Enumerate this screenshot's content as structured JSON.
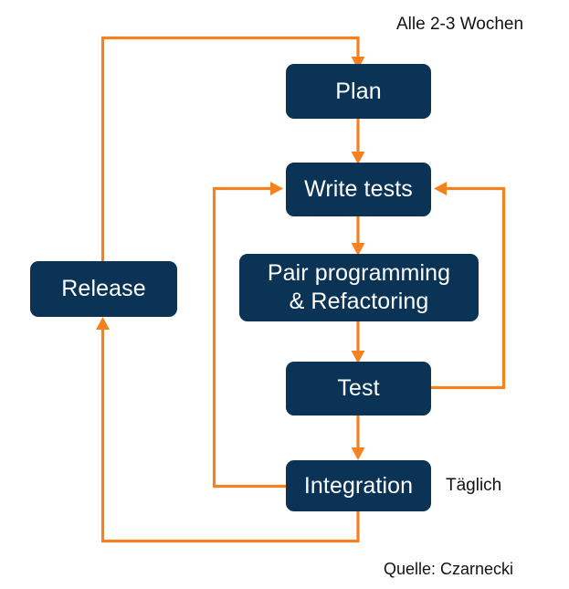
{
  "diagram": {
    "title_hidden": "",
    "colors": {
      "node_fill": "#0A3355",
      "node_text": "#FFFFFF",
      "connector": "#F5821F",
      "background": "#FFFFFF",
      "label_text": "#121212"
    },
    "nodes": [
      {
        "id": "plan",
        "label": "Plan"
      },
      {
        "id": "write-tests",
        "label": "Write tests"
      },
      {
        "id": "pair-programming",
        "label_line1": "Pair programming",
        "label_line2": "& Refactoring"
      },
      {
        "id": "test",
        "label": "Test"
      },
      {
        "id": "integration",
        "label": "Integration"
      },
      {
        "id": "release",
        "label": "Release"
      }
    ],
    "labels": [
      {
        "id": "cadence-iteration",
        "text": "Alle 2-3 Wochen"
      },
      {
        "id": "cadence-daily",
        "text": "Täglich"
      },
      {
        "id": "source",
        "text": "Quelle: Czarnecki"
      }
    ],
    "connectors": [
      {
        "id": "release-to-plan",
        "from": "release",
        "to": "plan"
      },
      {
        "id": "plan-to-write-tests",
        "from": "plan",
        "to": "write-tests"
      },
      {
        "id": "write-tests-to-pair-programming",
        "from": "write-tests",
        "to": "pair-programming"
      },
      {
        "id": "pair-programming-to-test",
        "from": "pair-programming",
        "to": "test"
      },
      {
        "id": "test-to-write-tests",
        "from": "test",
        "to": "write-tests"
      },
      {
        "id": "test-to-integration",
        "from": "test",
        "to": "integration"
      },
      {
        "id": "integration-to-write-tests",
        "from": "integration",
        "to": "write-tests"
      },
      {
        "id": "integration-to-release",
        "from": "integration",
        "to": "release"
      }
    ]
  }
}
